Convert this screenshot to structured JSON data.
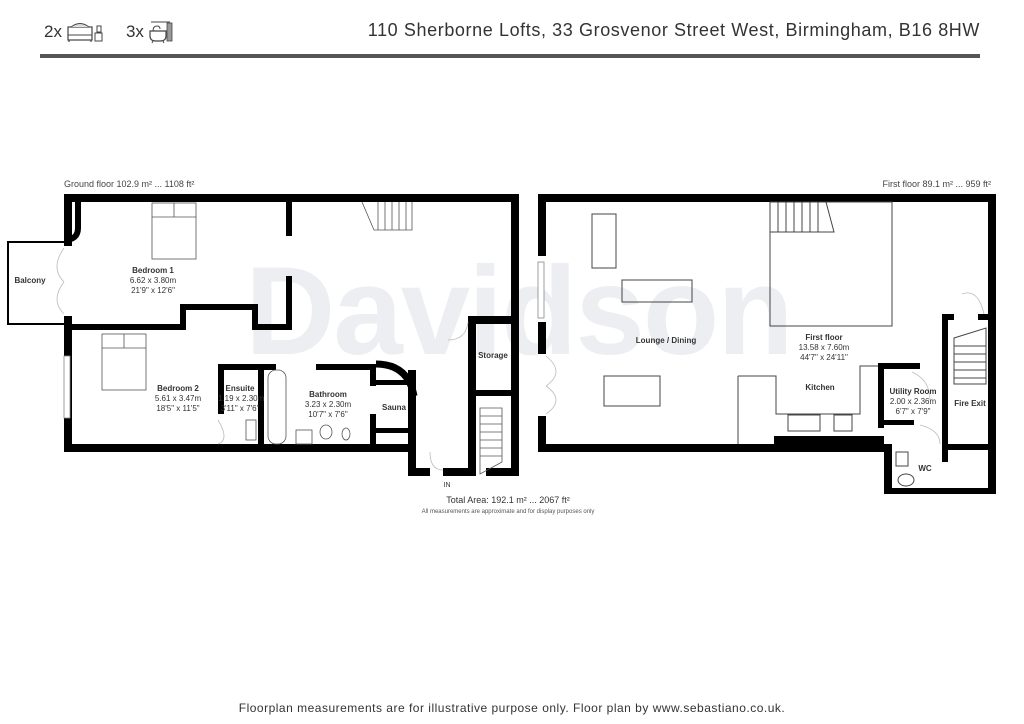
{
  "header": {
    "bedrooms": {
      "count_label": "2x",
      "icon": "bed-icon"
    },
    "bathrooms": {
      "count_label": "3x",
      "icon": "bath-icon"
    },
    "address": "110 Sherborne Lofts, 33 Grosvenor Street West, Birmingham, B16 8HW"
  },
  "watermark": "Davidson",
  "ground_floor": {
    "label": "Ground floor 102.9 m² ... 1108 ft²",
    "rooms": [
      {
        "name": "Bedroom 1",
        "metric": "6.62 x 3.80m",
        "imperial": "21'9\" x 12'6\""
      },
      {
        "name": "Balcony"
      },
      {
        "name": "Bedroom 2",
        "metric": "5.61 x 3.47m",
        "imperial": "18'5\" x 11'5\""
      },
      {
        "name": "Ensuite",
        "metric": "1.19 x 2.30m",
        "imperial": "3'11\" x 7'6\""
      },
      {
        "name": "Bathroom",
        "metric": "3.23 x 2.30m",
        "imperial": "10'7\" x 7'6\""
      },
      {
        "name": "Sauna"
      },
      {
        "name": "Storage"
      }
    ],
    "entrance": "IN"
  },
  "first_floor": {
    "label": "First floor 89.1 m² ... 959 ft²",
    "rooms": [
      {
        "name": "Lounge / Dining"
      },
      {
        "name": "First floor",
        "metric": "13.58 x 7.60m",
        "imperial": "44'7\" x 24'11\""
      },
      {
        "name": "Kitchen"
      },
      {
        "name": "Utility Room",
        "metric": "2.00 x 2.36m",
        "imperial": "6'7\" x 7'9\""
      },
      {
        "name": "Fire Exit"
      },
      {
        "name": "WC"
      }
    ]
  },
  "totals": {
    "total_area": "Total Area: 192.1 m² ... 2067 ft²",
    "disclaimer": "All measurements are approximate and for display purposes only"
  },
  "footer": "Floorplan measurements are for illustrative purpose only. Floor plan by www.sebastiano.co.uk."
}
